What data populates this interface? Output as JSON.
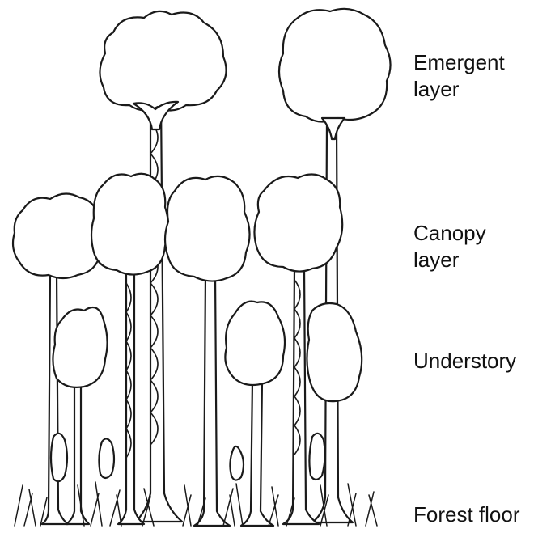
{
  "layers": [
    {
      "id": "emergent",
      "label": "Emergent\nlayer"
    },
    {
      "id": "canopy",
      "label": "Canopy\nlayer"
    },
    {
      "id": "understory",
      "label": "Understory"
    },
    {
      "id": "floor",
      "label": "Forest floor"
    }
  ],
  "colors": {
    "ink": "#1a1a1a",
    "background": "#ffffff"
  }
}
